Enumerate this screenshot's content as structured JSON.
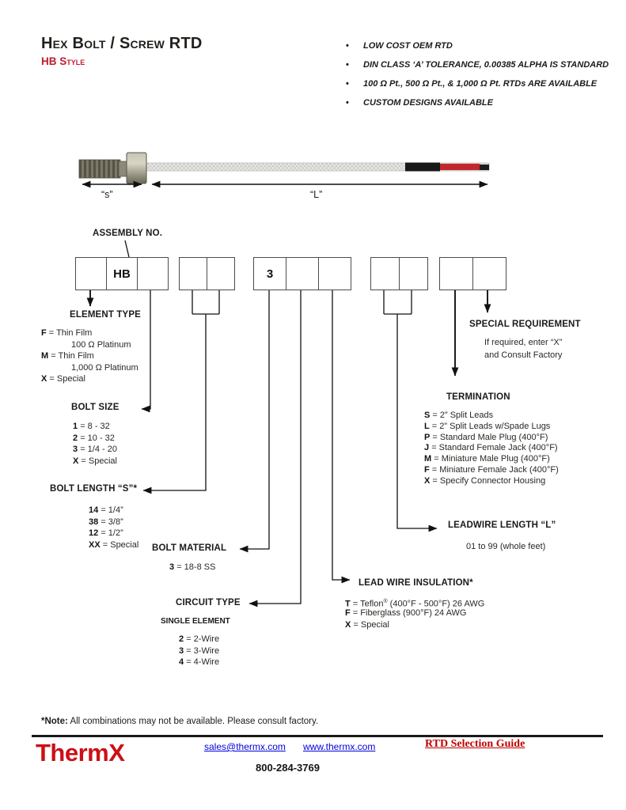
{
  "colors": {
    "accent_red": "#be1e2d",
    "link_blue": "#0000dd",
    "guide_red": "#c00000",
    "line_black": "#111111"
  },
  "header": {
    "title": "Hex Bolt / Screw RTD",
    "subtitle": "HB Style"
  },
  "features": [
    "LOW COST OEM RTD",
    "DIN CLASS ‘A’ TOLERANCE, 0.00385 ALPHA IS STANDARD",
    "100 Ω Pt., 500 Ω Pt., & 1,000 Ω Pt. RTDs ARE AVAILABLE",
    "CUSTOM DESIGNS AVAILABLE"
  ],
  "drawing": {
    "dim_s": "“s”",
    "dim_l": "“L”"
  },
  "assembly": {
    "label": "ASSEMBLY NO.",
    "groups": [
      {
        "cells": [
          "",
          "HB",
          ""
        ]
      },
      {
        "cells": [
          "",
          ""
        ]
      },
      {
        "cells": [
          "3",
          "",
          ""
        ]
      },
      {
        "cells": [
          "",
          ""
        ]
      },
      {
        "cells": [
          "",
          ""
        ]
      }
    ]
  },
  "sections": {
    "element_type": {
      "heading": "ELEMENT TYPE",
      "opts": [
        {
          "k": "F",
          "t": "= Thin Film"
        },
        {
          "k": "",
          "t": "100 Ω Platinum"
        },
        {
          "k": "M",
          "t": "= Thin Film"
        },
        {
          "k": "",
          "t": "1,000 Ω Platinum"
        },
        {
          "k": "X",
          "t": "= Special"
        }
      ]
    },
    "bolt_size": {
      "heading": "BOLT SIZE",
      "opts": [
        {
          "k": "1",
          "t": "= 8 - 32"
        },
        {
          "k": "2",
          "t": "= 10 - 32"
        },
        {
          "k": "3",
          "t": "= 1/4 - 20"
        },
        {
          "k": "X",
          "t": "= Special"
        }
      ]
    },
    "bolt_length": {
      "heading": "BOLT LENGTH “S”*",
      "opts": [
        {
          "k": "14",
          "t": "= 1/4”"
        },
        {
          "k": "38",
          "t": "= 3/8”"
        },
        {
          "k": "12",
          "t": "= 1/2”"
        },
        {
          "k": "XX",
          "t": "= Special"
        }
      ]
    },
    "bolt_material": {
      "heading": "BOLT MATERIAL",
      "opts": [
        {
          "k": "3",
          "t": "= 18-8 SS"
        }
      ]
    },
    "circuit_type": {
      "heading": "CIRCUIT TYPE",
      "subheading": "SINGLE ELEMENT",
      "opts": [
        {
          "k": "2",
          "t": "= 2-Wire"
        },
        {
          "k": "3",
          "t": "= 3-Wire"
        },
        {
          "k": "4",
          "t": "= 4-Wire"
        }
      ]
    },
    "lead_wire": {
      "heading": "LEAD WIRE INSULATION*",
      "teflon": {
        "k": "T",
        "pre": "= Teflon",
        "sup": "®",
        "post": " (400°F - 500°F) 26 AWG"
      },
      "opts": [
        {
          "k": "F",
          "t": "= Fiberglass (900°F) 24 AWG"
        },
        {
          "k": "X",
          "t": "= Special"
        }
      ]
    },
    "leadwire_length": {
      "heading": "LEADWIRE LENGTH “L”",
      "note": "01 to 99 (whole feet)"
    },
    "termination": {
      "heading": "TERMINATION",
      "opts": [
        {
          "k": "S",
          "t": "= 2” Split Leads"
        },
        {
          "k": "L",
          "t": "= 2” Split Leads w/Spade Lugs"
        },
        {
          "k": "P",
          "t": "= Standard Male Plug (400°F)"
        },
        {
          "k": "J",
          "t": "= Standard Female Jack (400°F)"
        },
        {
          "k": "M",
          "t": "= Miniature Male Plug (400°F)"
        },
        {
          "k": "F",
          "t": "= Miniature Female Jack (400°F)"
        },
        {
          "k": "X",
          "t": "= Specify Connector Housing"
        }
      ]
    },
    "special": {
      "heading": "SPECIAL REQUIREMENT",
      "note1": "If required, enter “X”",
      "note2": "and Consult Factory"
    }
  },
  "note": {
    "label": "*Note:",
    "text": "All combinations may not be available. Please consult factory."
  },
  "footer": {
    "logo": "ThermX",
    "email": "sales@thermx.com",
    "website": "www.thermx.com",
    "guide": "RTD Selection Guide",
    "phone": "800-284-3769"
  }
}
